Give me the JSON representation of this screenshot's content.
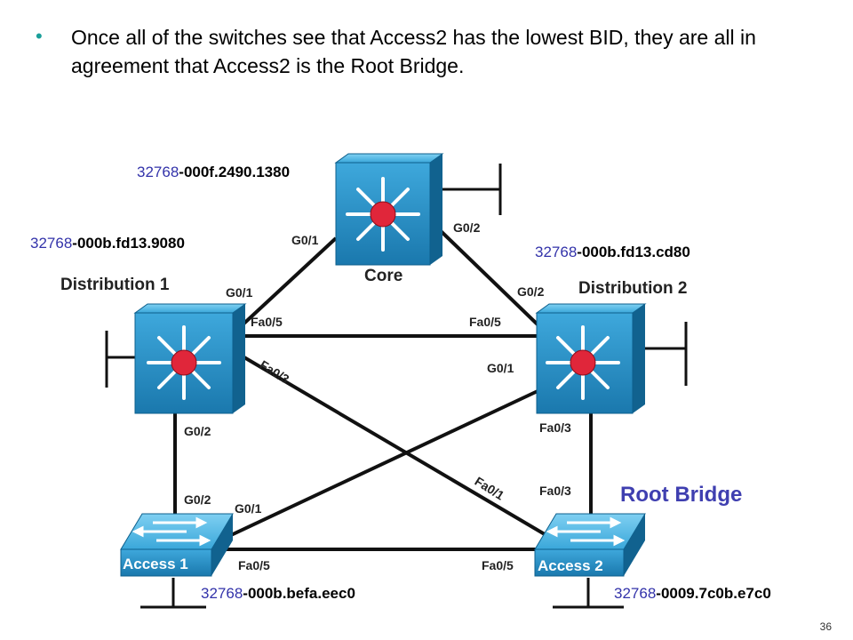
{
  "bullet": {
    "text": "Once all of the switches see that Access2 has the lowest BID, they are all in agreement that Access2 is the Root Bridge."
  },
  "devices": {
    "core": {
      "label": "Core",
      "priority": "32768",
      "mac": "-000f.2490.1380"
    },
    "dist1": {
      "label": "Distribution 1",
      "priority": "32768",
      "mac": "-000b.fd13.9080"
    },
    "dist2": {
      "label": "Distribution 2",
      "priority": "32768",
      "mac": "-000b.fd13.cd80"
    },
    "access1": {
      "label": "Access 1",
      "priority": "32768",
      "mac": "-000b.befa.eec0"
    },
    "access2": {
      "label": "Access 2",
      "priority": "32768",
      "mac": "-0009.7c0b.e7c0"
    }
  },
  "ports": {
    "core_g01": "G0/1",
    "core_g02": "G0/2",
    "dist1_g01": "G0/1",
    "dist1_fa05": "Fa0/5",
    "dist1_fa03": "Fa0/3",
    "dist1_g02": "G0/2",
    "dist2_g02": "G0/2",
    "dist2_fa05": "Fa0/5",
    "dist2_g01": "G0/1",
    "dist2_fa03": "Fa0/3",
    "access1_g02": "G0/2",
    "access1_g01": "G0/1",
    "access1_fa05": "Fa0/5",
    "access2_fa03": "Fa0/3",
    "access2_fa01": "Fa0/1",
    "access2_fa05": "Fa0/5"
  },
  "root_bridge_label": "Root Bridge",
  "page_number": "36",
  "colors": {
    "switch_blue": "#2a9ad0",
    "switch_dark": "#0d5f8c",
    "center_red": "#e0263a",
    "bullet_teal": "#1a9f9a",
    "priority_blue": "#3333aa",
    "root_label": "#3f3fb0"
  }
}
